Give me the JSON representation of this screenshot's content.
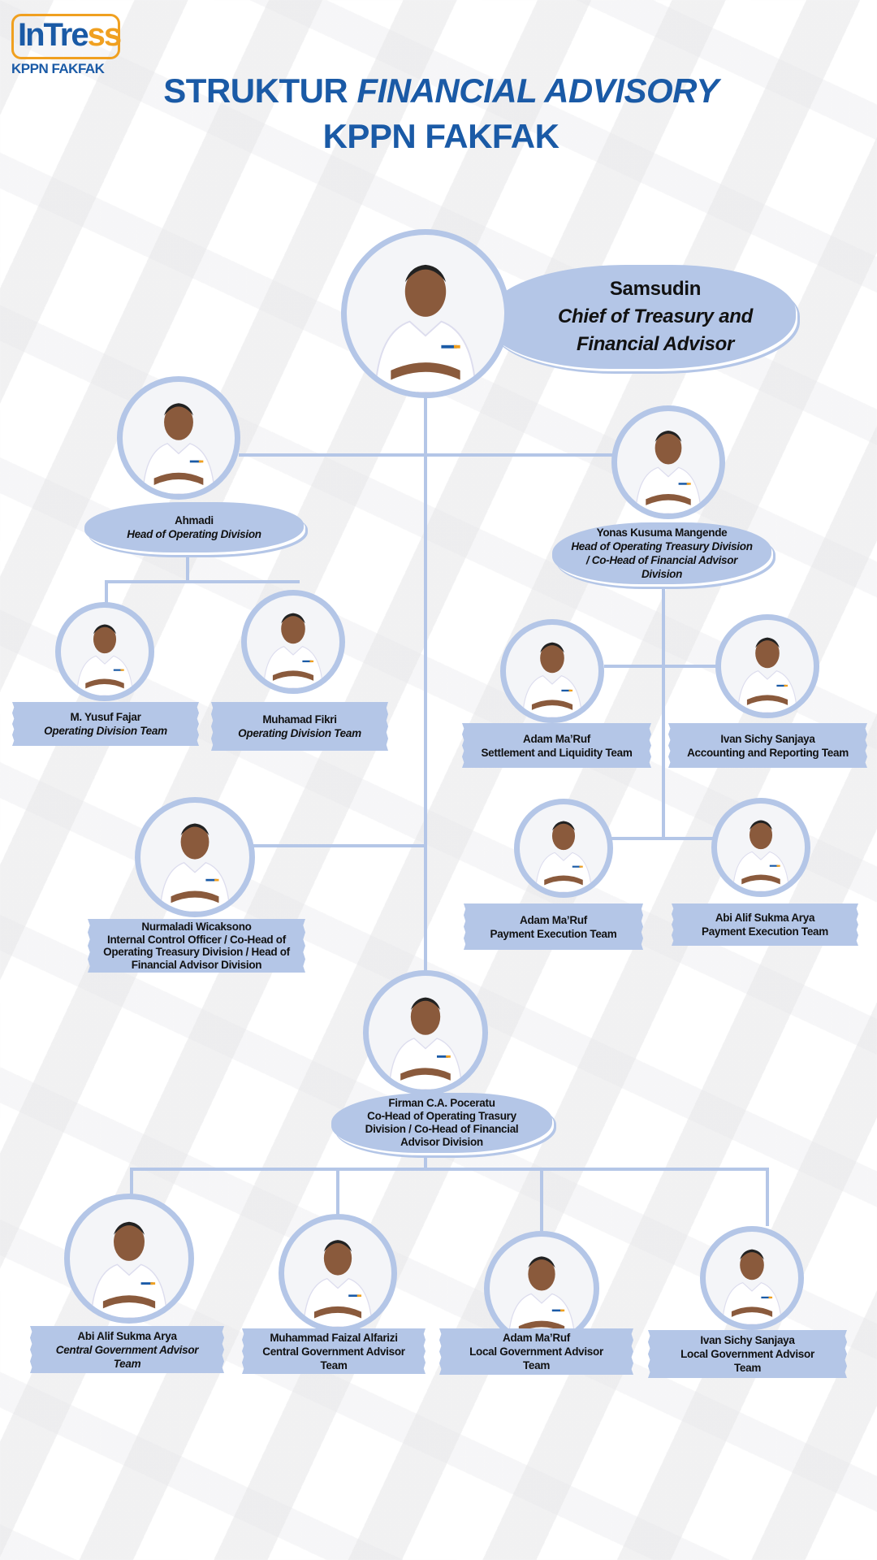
{
  "header": {
    "logo_text_main": "InTre",
    "logo_text_accent": "ss",
    "logo_sub": "KPPN FAKFAK",
    "title_line1_plain": "STRUKTUR",
    "title_line1_italic": "FINANCIAL ADVISORY",
    "title_line2": "KPPN FAKFAK"
  },
  "colors": {
    "brand_blue": "#1a5aa6",
    "accent_orange": "#f0a020",
    "label_bg": "#b4c6e7"
  },
  "people": [
    {
      "name": "Samsudin",
      "role": "Chief of Treasury and Financial Advisor"
    },
    {
      "name": "Ahmadi",
      "role": "Head of Operating Division"
    },
    {
      "name": "Yonas Kusuma Mangende",
      "role": "Head of Operating Treasury Division / Co-Head of Financial Advisor Division"
    },
    {
      "name": "M. Yusuf Fajar",
      "role": "Operating Division Team"
    },
    {
      "name": "Muhamad Fikri",
      "role": "Operating Division Team"
    },
    {
      "name": "Adam Ma’Ruf",
      "role": "Settlement and Liquidity Team"
    },
    {
      "name": "Ivan Sichy Sanjaya",
      "role": "Accounting and Reporting Team"
    },
    {
      "name": "Adam Ma’Ruf",
      "role": "Payment Execution Team"
    },
    {
      "name": "Abi Alif Sukma Arya",
      "role": "Payment Execution Team"
    },
    {
      "name": "Nurmaladi Wicaksono",
      "role": "Internal Control Officer / Co-Head of Operating Treasury Division / Head of Financial Advisor Division"
    },
    {
      "name": "Firman C.A. Poceratu",
      "role": "Co-Head of Operating Trasury Division / Co-Head of Financial Advisor Division"
    },
    {
      "name": "Abi Alif Sukma Arya",
      "role": "Central Government Advisor Team"
    },
    {
      "name": "Muhammad Faizal Alfarizi",
      "role": "Central Government Advisor Team"
    },
    {
      "name": "Adam Ma’Ruf",
      "role": "Local Government Advisor Team"
    },
    {
      "name": "Ivan Sichy Sanjaya",
      "role": "Local Government Advisor Team"
    }
  ]
}
